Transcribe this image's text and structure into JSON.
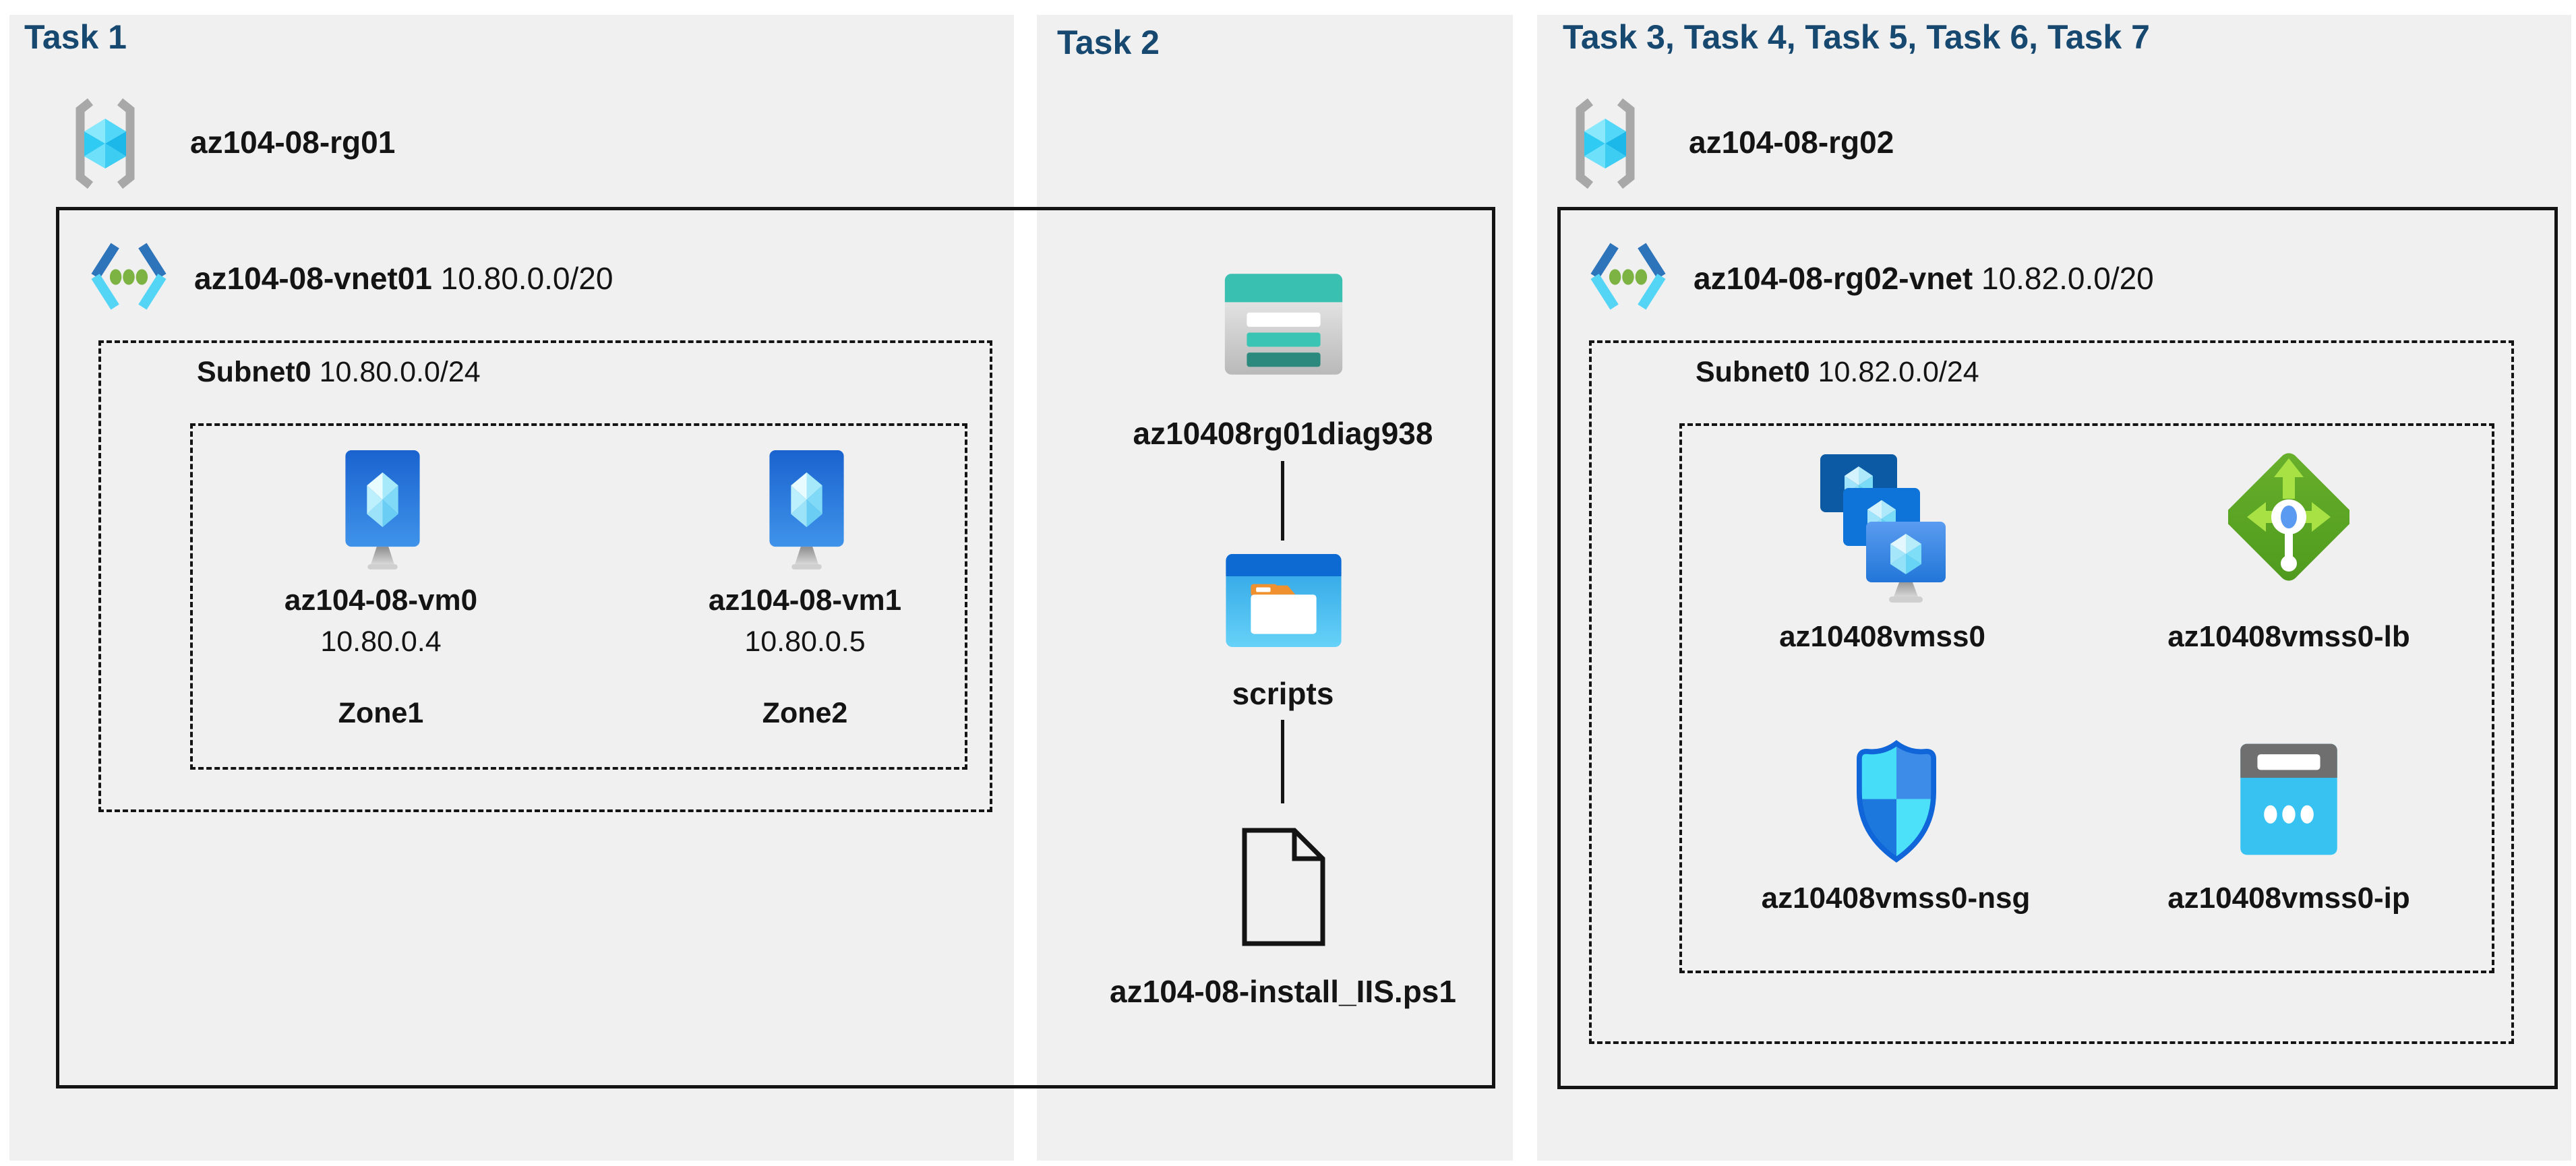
{
  "colors": {
    "task_title": "#17486f",
    "panel_bg": "#f0f0f1",
    "line": "#141414",
    "storage_teal": "#3ac0b0",
    "lb_green": "#5aa525",
    "nsg_blue": "#1065d8",
    "vm_blue": "#1a63cf"
  },
  "task1": {
    "title": "Task 1",
    "resource_group": "az104-08-rg01",
    "vnet_name": "az104-08-vnet01",
    "vnet_cidr": "10.80.0.0/20",
    "subnet_name": "Subnet0",
    "subnet_cidr": "10.80.0.0/24",
    "vms": [
      {
        "name": "az104-08-vm0",
        "ip": "10.80.0.4",
        "zone": "Zone1"
      },
      {
        "name": "az104-08-vm1",
        "ip": "10.80.0.5",
        "zone": "Zone2"
      }
    ]
  },
  "task2": {
    "title": "Task 2",
    "storage_account": "az10408rg01diag938",
    "folder": "scripts",
    "script_file": "az104-08-install_IIS.ps1"
  },
  "task3": {
    "title": "Task 3, Task 4, Task 5, Task 6, Task 7",
    "resource_group": "az104-08-rg02",
    "vnet_name": "az104-08-rg02-vnet",
    "vnet_cidr": "10.82.0.0/20",
    "subnet_name": "Subnet0",
    "subnet_cidr": "10.82.0.0/24",
    "vmss": "az10408vmss0",
    "load_balancer": "az10408vmss0-lb",
    "nsg": "az10408vmss0-nsg",
    "public_ip": "az10408vmss0-ip"
  }
}
